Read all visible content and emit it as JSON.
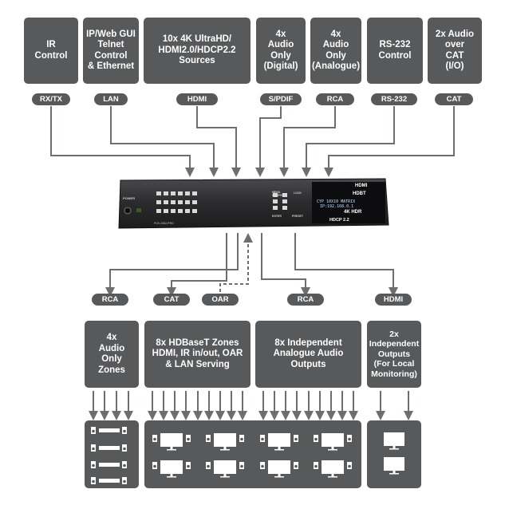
{
  "top_sources": [
    {
      "label": "IR\nControl",
      "connector": "RX/TX"
    },
    {
      "label": "IP/Web GUI\nTelnet\nControl\n& Ethernet",
      "connector": "LAN"
    },
    {
      "label": "10x 4K UltraHD/\nHDMI2.0/HDCP2.2\nSources",
      "connector": "HDMI"
    },
    {
      "label": "4x\nAudio\nOnly\n(Digital)",
      "connector": "S/PDIF"
    },
    {
      "label": "4x\nAudio\nOnly\n(Analogue)",
      "connector": "RCA"
    },
    {
      "label": "RS-232\nControl",
      "connector": "RS-232"
    },
    {
      "label": "2x Audio\nover\nCAT\n(I/O)",
      "connector": "CAT"
    }
  ],
  "bottom_outputs": [
    {
      "label": "4x\nAudio\nOnly\nZones",
      "connector": "RCA"
    },
    {
      "label": "8x HDBaseT Zones\nHDMI, IR in/out, OAR\n& LAN Serving",
      "connector": "CAT",
      "extra_connector": "OAR"
    },
    {
      "label": "8x Independent\nAnalogue Audio\nOutputs",
      "connector": "RCA"
    },
    {
      "label": "2x\nIndependent\nOutputs\n(For Local\nMonitoring)",
      "connector": "HDMI"
    }
  ],
  "device": {
    "power_label": "POWER",
    "menu_label": "MENU\nCONFIG",
    "lock_label": "LOCK",
    "enter_label": "ENTER",
    "preset_label": "PRESET",
    "lcd_line1": "CYP 10X10 MATRIX",
    "lcd_line2": "IP:192.168.0.1",
    "logo_hdmi": "HDMI",
    "logo_hdbt": "HDBT",
    "logo_4k": "4K HDR",
    "logo_hdcp": "HDCP 2.2",
    "model": "PUV-1082-PRO"
  },
  "colors": {
    "box": "#58595b",
    "arrow": "#6d6e71",
    "device": "#2b2b2d"
  }
}
